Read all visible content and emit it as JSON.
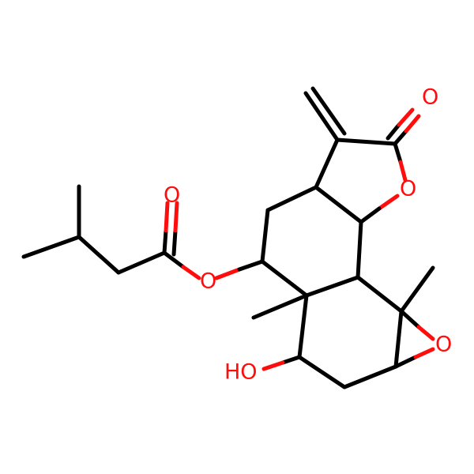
{
  "diagram_type": "skeletal-formula",
  "colors": {
    "background": "#ffffff",
    "carbon_bond": "#000000",
    "oxygen": "#ff0d0d"
  },
  "atom_labels": {
    "carbonyl_o_lactone": "O",
    "ring_o_lactone": "O",
    "carbonyl_o_ester": "O",
    "ester_o": "O",
    "epoxide_o": "O",
    "hydroxyl": "HO"
  }
}
